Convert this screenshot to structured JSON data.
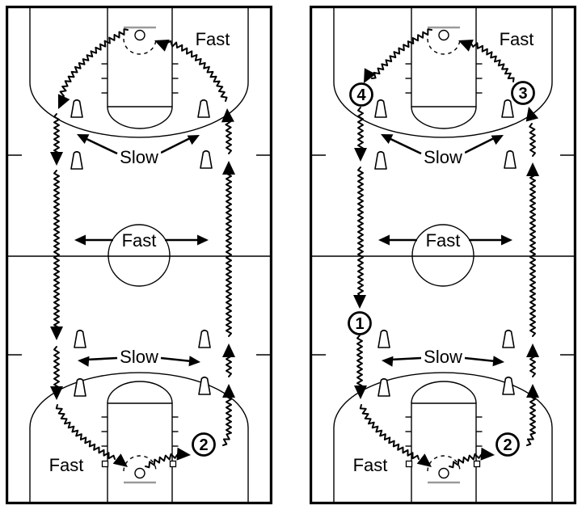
{
  "page": {
    "background_color": "#ffffff"
  },
  "diagram": {
    "type": "basketball-full-court-dribbling-drill",
    "colors": {
      "line": "#000000",
      "backboard": "#9a9a9a",
      "background": "#ffffff"
    },
    "panels": [
      {
        "id": "left-court",
        "labels": {
          "top_fast": "Fast",
          "upper_slow": "Slow",
          "center_fast": "Fast",
          "lower_slow": "Slow",
          "bottom_fast": "Fast"
        },
        "stations": [
          {
            "number": "2",
            "anchor": "bottom-right"
          }
        ]
      },
      {
        "id": "right-court",
        "labels": {
          "top_fast": "Fast",
          "upper_slow": "Slow",
          "center_fast": "Fast",
          "lower_slow": "Slow",
          "bottom_fast": "Fast"
        },
        "stations": [
          {
            "number": "4",
            "anchor": "left-arc"
          },
          {
            "number": "3",
            "anchor": "right-arc"
          },
          {
            "number": "1",
            "anchor": "left-wing"
          },
          {
            "number": "2",
            "anchor": "bottom-right"
          }
        ]
      }
    ]
  }
}
